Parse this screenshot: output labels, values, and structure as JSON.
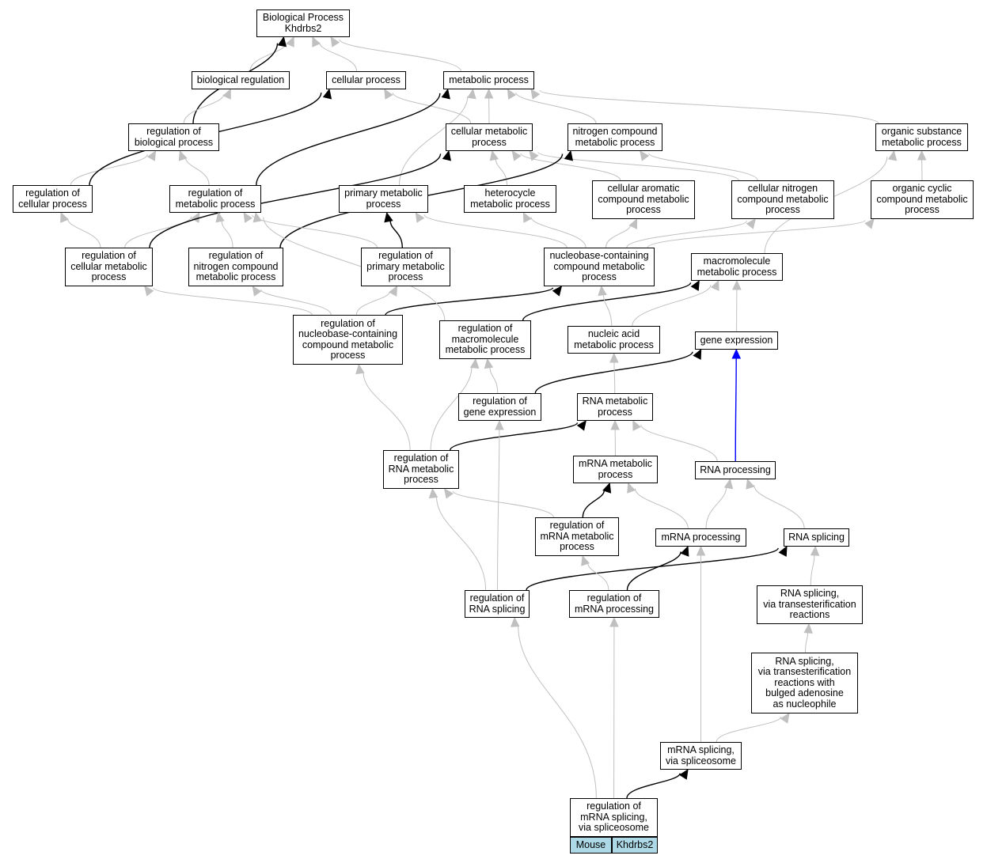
{
  "colors": {
    "gray_edge": "#c0c0c0",
    "black_edge": "#000000",
    "blue_edge": "#0000ff",
    "legend_fill": "#add8e6"
  },
  "nodes": [
    {
      "id": "bp",
      "lines": [
        "Biological Process",
        "Khdrbs2"
      ]
    },
    {
      "id": "bioreg",
      "lines": [
        "biological regulation"
      ]
    },
    {
      "id": "cellproc",
      "lines": [
        "cellular process"
      ]
    },
    {
      "id": "metproc",
      "lines": [
        "metabolic process"
      ]
    },
    {
      "id": "regbio",
      "lines": [
        "regulation of",
        "biological process"
      ]
    },
    {
      "id": "cellmet",
      "lines": [
        "cellular metabolic",
        "process"
      ]
    },
    {
      "id": "nitcomp",
      "lines": [
        "nitrogen compound",
        "metabolic process"
      ]
    },
    {
      "id": "orgsub",
      "lines": [
        "organic substance",
        "metabolic process"
      ]
    },
    {
      "id": "regcell",
      "lines": [
        "regulation of",
        "cellular process"
      ]
    },
    {
      "id": "regmet",
      "lines": [
        "regulation of",
        "metabolic process"
      ]
    },
    {
      "id": "primmet",
      "lines": [
        "primary metabolic",
        "process"
      ]
    },
    {
      "id": "hetero",
      "lines": [
        "heterocycle",
        "metabolic process"
      ]
    },
    {
      "id": "cellarom",
      "lines": [
        "cellular aromatic",
        "compound metabolic",
        "process"
      ]
    },
    {
      "id": "cellnit",
      "lines": [
        "cellular nitrogen",
        "compound metabolic",
        "process"
      ]
    },
    {
      "id": "orgcyc",
      "lines": [
        "organic cyclic",
        "compound metabolic",
        "process"
      ]
    },
    {
      "id": "regcellmet",
      "lines": [
        "regulation of",
        "cellular metabolic",
        "process"
      ]
    },
    {
      "id": "regnit",
      "lines": [
        "regulation of",
        "nitrogen compound",
        "metabolic process"
      ]
    },
    {
      "id": "regprim",
      "lines": [
        "regulation of",
        "primary metabolic",
        "process"
      ]
    },
    {
      "id": "nucbase",
      "lines": [
        "nucleobase-containing",
        "compound metabolic",
        "process"
      ]
    },
    {
      "id": "macromet",
      "lines": [
        "macromolecule",
        "metabolic process"
      ]
    },
    {
      "id": "regnucbase",
      "lines": [
        "regulation of",
        "nucleobase-containing",
        "compound metabolic",
        "process"
      ]
    },
    {
      "id": "regmacro",
      "lines": [
        "regulation of",
        "macromolecule",
        "metabolic process"
      ]
    },
    {
      "id": "nucacid",
      "lines": [
        "nucleic acid",
        "metabolic process"
      ]
    },
    {
      "id": "geneexp",
      "lines": [
        "gene expression"
      ]
    },
    {
      "id": "reggene",
      "lines": [
        "regulation of",
        "gene expression"
      ]
    },
    {
      "id": "rnamet",
      "lines": [
        "RNA metabolic",
        "process"
      ]
    },
    {
      "id": "regrnamet",
      "lines": [
        "regulation of",
        "RNA metabolic",
        "process"
      ]
    },
    {
      "id": "mrnamet",
      "lines": [
        "mRNA metabolic",
        "process"
      ]
    },
    {
      "id": "rnaproc",
      "lines": [
        "RNA processing"
      ]
    },
    {
      "id": "regmrnamet",
      "lines": [
        "regulation of",
        "mRNA metabolic",
        "process"
      ]
    },
    {
      "id": "mrnaproc",
      "lines": [
        "mRNA processing"
      ]
    },
    {
      "id": "rnasplic",
      "lines": [
        "RNA splicing"
      ]
    },
    {
      "id": "regrnasplic",
      "lines": [
        "regulation of",
        "RNA splicing"
      ]
    },
    {
      "id": "regmrnaproc",
      "lines": [
        "regulation of",
        "mRNA processing"
      ]
    },
    {
      "id": "rnasplictrans",
      "lines": [
        "RNA splicing,",
        "via transesterification",
        "reactions"
      ]
    },
    {
      "id": "rnasplicbulged",
      "lines": [
        "RNA splicing,",
        "via transesterification",
        "reactions with",
        "bulged adenosine",
        "as nucleophile"
      ]
    },
    {
      "id": "mrnasplic",
      "lines": [
        "mRNA splicing,",
        "via spliceosome"
      ]
    },
    {
      "id": "regmrnasplic",
      "lines": [
        "regulation of",
        "mRNA splicing,",
        "via spliceosome"
      ]
    }
  ],
  "legend": {
    "organism": "Mouse",
    "gene": "Khdrbs2"
  },
  "edges": [
    {
      "from": "bioreg",
      "to": "bp",
      "type": "gray"
    },
    {
      "from": "cellproc",
      "to": "bp",
      "type": "gray"
    },
    {
      "from": "metproc",
      "to": "bp",
      "type": "gray"
    },
    {
      "from": "regbio",
      "to": "bp",
      "type": "black"
    },
    {
      "from": "regbio",
      "to": "bioreg",
      "type": "gray"
    },
    {
      "from": "cellmet",
      "to": "cellproc",
      "type": "gray"
    },
    {
      "from": "cellmet",
      "to": "metproc",
      "type": "gray"
    },
    {
      "from": "nitcomp",
      "to": "metproc",
      "type": "gray"
    },
    {
      "from": "orgsub",
      "to": "metproc",
      "type": "gray"
    },
    {
      "from": "regcell",
      "to": "regbio",
      "type": "gray"
    },
    {
      "from": "regcell",
      "to": "cellproc",
      "type": "black"
    },
    {
      "from": "regmet",
      "to": "regbio",
      "type": "gray"
    },
    {
      "from": "regmet",
      "to": "metproc",
      "type": "black"
    },
    {
      "from": "primmet",
      "to": "metproc",
      "type": "gray"
    },
    {
      "from": "hetero",
      "to": "cellmet",
      "type": "gray"
    },
    {
      "from": "cellarom",
      "to": "cellmet",
      "type": "gray"
    },
    {
      "from": "cellnit",
      "to": "cellmet",
      "type": "gray"
    },
    {
      "from": "cellnit",
      "to": "nitcomp",
      "type": "gray"
    },
    {
      "from": "orgcyc",
      "to": "orgsub",
      "type": "gray"
    },
    {
      "from": "regcellmet",
      "to": "regcell",
      "type": "gray"
    },
    {
      "from": "regcellmet",
      "to": "regmet",
      "type": "gray"
    },
    {
      "from": "regcellmet",
      "to": "cellmet",
      "type": "black"
    },
    {
      "from": "regnit",
      "to": "regmet",
      "type": "gray"
    },
    {
      "from": "regnit",
      "to": "nitcomp",
      "type": "black"
    },
    {
      "from": "regprim",
      "to": "regmet",
      "type": "gray"
    },
    {
      "from": "regprim",
      "to": "primmet",
      "type": "black"
    },
    {
      "from": "nucbase",
      "to": "primmet",
      "type": "gray"
    },
    {
      "from": "nucbase",
      "to": "cellarom",
      "type": "gray"
    },
    {
      "from": "nucbase",
      "to": "cellnit",
      "type": "gray"
    },
    {
      "from": "nucbase",
      "to": "orgcyc",
      "type": "gray"
    },
    {
      "from": "nucbase",
      "to": "hetero",
      "type": "gray"
    },
    {
      "from": "macromet",
      "to": "orgsub",
      "type": "gray"
    },
    {
      "from": "regnucbase",
      "to": "regcellmet",
      "type": "gray"
    },
    {
      "from": "regnucbase",
      "to": "regnit",
      "type": "gray"
    },
    {
      "from": "regnucbase",
      "to": "regprim",
      "type": "gray"
    },
    {
      "from": "regnucbase",
      "to": "nucbase",
      "type": "black"
    },
    {
      "from": "regmacro",
      "to": "regmet",
      "type": "gray"
    },
    {
      "from": "regmacro",
      "to": "macromet",
      "type": "black"
    },
    {
      "from": "nucacid",
      "to": "nucbase",
      "type": "gray"
    },
    {
      "from": "nucacid",
      "to": "macromet",
      "type": "gray"
    },
    {
      "from": "geneexp",
      "to": "macromet",
      "type": "gray"
    },
    {
      "from": "reggene",
      "to": "regmacro",
      "type": "gray"
    },
    {
      "from": "reggene",
      "to": "geneexp",
      "type": "black"
    },
    {
      "from": "rnamet",
      "to": "nucacid",
      "type": "gray"
    },
    {
      "from": "regrnamet",
      "to": "regnucbase",
      "type": "gray"
    },
    {
      "from": "regrnamet",
      "to": "regmacro",
      "type": "gray"
    },
    {
      "from": "regrnamet",
      "to": "rnamet",
      "type": "black"
    },
    {
      "from": "mrnamet",
      "to": "rnamet",
      "type": "gray"
    },
    {
      "from": "rnaproc",
      "to": "rnamet",
      "type": "gray"
    },
    {
      "from": "rnaproc",
      "to": "geneexp",
      "type": "blue"
    },
    {
      "from": "regmrnamet",
      "to": "regrnamet",
      "type": "gray"
    },
    {
      "from": "regmrnamet",
      "to": "mrnamet",
      "type": "black"
    },
    {
      "from": "mrnaproc",
      "to": "mrnamet",
      "type": "gray"
    },
    {
      "from": "mrnaproc",
      "to": "rnaproc",
      "type": "gray"
    },
    {
      "from": "rnasplic",
      "to": "rnaproc",
      "type": "gray"
    },
    {
      "from": "regrnasplic",
      "to": "regrnamet",
      "type": "gray"
    },
    {
      "from": "regrnasplic",
      "to": "reggene",
      "type": "gray"
    },
    {
      "from": "regrnasplic",
      "to": "rnasplic",
      "type": "black"
    },
    {
      "from": "regmrnaproc",
      "to": "regmrnamet",
      "type": "gray"
    },
    {
      "from": "regmrnaproc",
      "to": "mrnaproc",
      "type": "black"
    },
    {
      "from": "rnasplictrans",
      "to": "rnasplic",
      "type": "gray"
    },
    {
      "from": "rnasplicbulged",
      "to": "rnasplictrans",
      "type": "gray"
    },
    {
      "from": "mrnasplic",
      "to": "rnasplicbulged",
      "type": "gray"
    },
    {
      "from": "mrnasplic",
      "to": "mrnaproc",
      "type": "gray"
    },
    {
      "from": "regmrnasplic",
      "to": "regrnasplic",
      "type": "gray"
    },
    {
      "from": "regmrnasplic",
      "to": "regmrnaproc",
      "type": "gray"
    },
    {
      "from": "regmrnasplic",
      "to": "mrnasplic",
      "type": "black"
    }
  ]
}
